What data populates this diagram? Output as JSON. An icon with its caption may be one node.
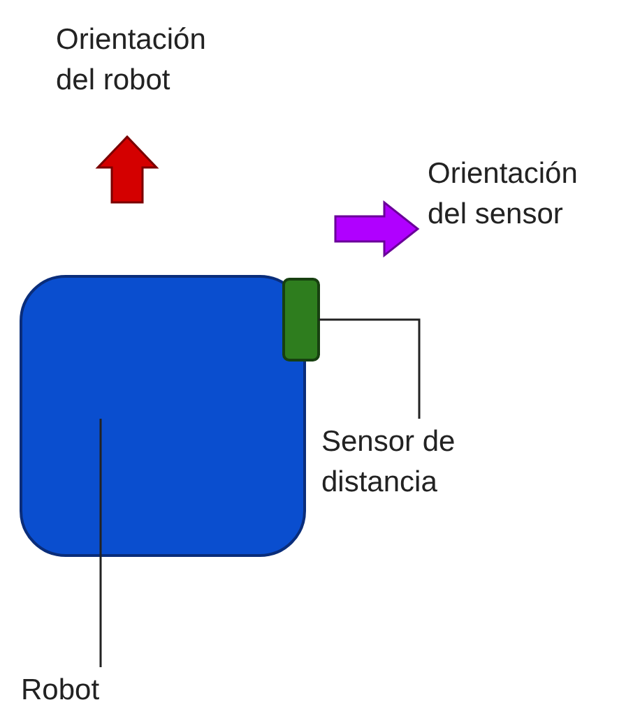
{
  "diagram": {
    "nodes": [
      {
        "text": [],
        "shape": "box"
      },
      {
        "text": [],
        "shape": "box"
      },
      {
        "text": [
          "Sensor de distancia"
        ]
      },
      {
        "text": [
          "Robot"
        ]
      }
    ],
    "edges": [
      {
        "from": 2,
        "to": 1,
        "arrow": "none"
      },
      {
        "from": 3,
        "to": 0,
        "arrow": "none"
      }
    ],
    "labels": [
      "Orientación del robot",
      "Orientación del sensor"
    ]
  }
}
